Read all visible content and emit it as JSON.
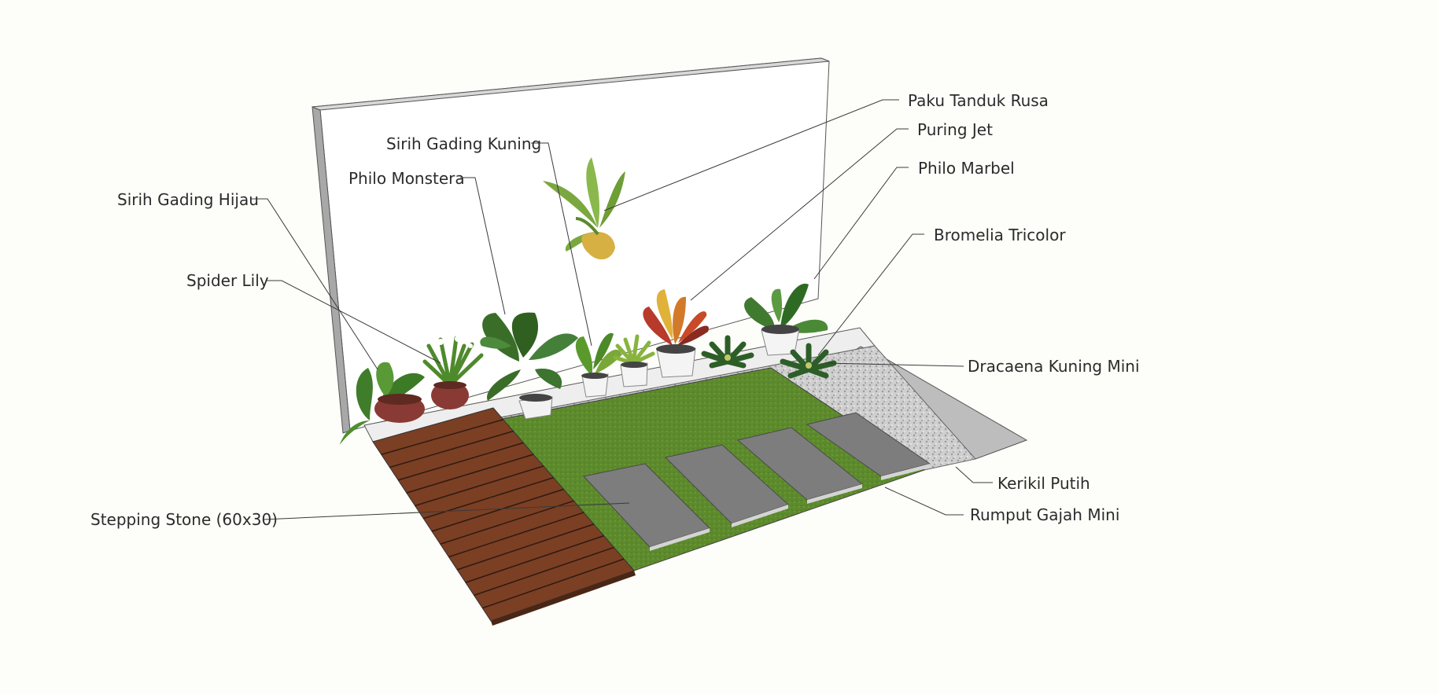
{
  "labels": {
    "paku_tanduk_rusa": "Paku Tanduk Rusa",
    "puring_jet": "Puring Jet",
    "philo_marbel": "Philo Marbel",
    "bromelia_tricolor": "Bromelia Tricolor",
    "dracaena_kuning_mini": "Dracaena Kuning Mini",
    "kerikil_putih": "Kerikil Putih",
    "rumput_gajah_mini": "Rumput Gajah Mini",
    "stepping_stone": "Stepping Stone (60x30)",
    "sirih_gading_kuning": "Sirih Gading Kuning",
    "philo_monstera": "Philo Monstera",
    "sirih_gading_hijau": "Sirih Gading Hijau",
    "spider_lily": "Spider Lily"
  },
  "colors": {
    "wall": "#ffffff",
    "wall_edge": "#9c9c9c",
    "grass": "#5e8b2e",
    "gravel": "#c9c9c9",
    "deck": "#7a3e24",
    "stone": "#7e7e7e",
    "pavement": "#bdbdbd",
    "leaf": "#3f7d2a",
    "pot_white": "#f4f4f4",
    "pot_red": "#8a3a34"
  }
}
